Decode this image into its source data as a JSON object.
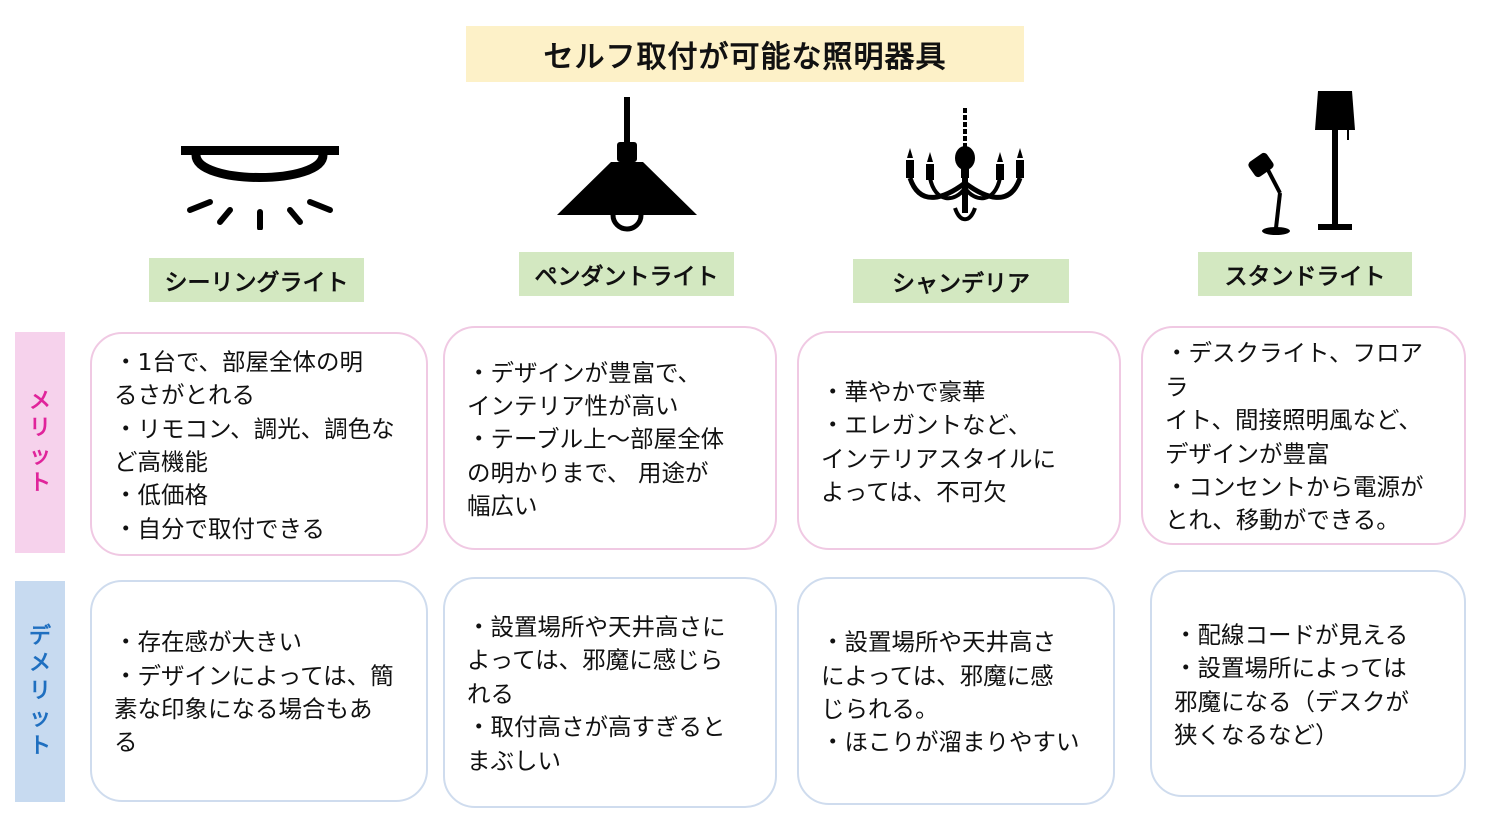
{
  "title": "セルフ取付が可能な照明器具",
  "side_labels": {
    "merit": [
      "メ",
      "リ",
      "ッ",
      "ト"
    ],
    "demerit": [
      "デ",
      "メ",
      "リ",
      "ッ",
      "ト"
    ]
  },
  "columns": [
    {
      "id": "ceiling",
      "name": "シーリングライト",
      "icon": "ceiling-light-icon",
      "merits": [
        "・1台で、部屋全体の明\nるさがとれる",
        "・リモコン、調光、調色な\nど高機能",
        "・低価格",
        "・自分で取付できる"
      ],
      "demerits": [
        "・存在感が大きい",
        "・デザインによっては、簡\n素な印象になる場合もあ\nる"
      ]
    },
    {
      "id": "pendant",
      "name": "ペンダントライト",
      "icon": "pendant-light-icon",
      "merits": [
        "・デザインが豊富で、\nインテリア性が高い",
        "・テーブル上～部屋全体\nの明かりまで、 用途が\n幅広い"
      ],
      "demerits": [
        "・設置場所や天井高さに\nよっては、邪魔に感じら\nれる",
        "・取付高さが高すぎると\nまぶしい"
      ]
    },
    {
      "id": "chandelier",
      "name": "シャンデリア",
      "icon": "chandelier-icon",
      "merits": [
        "・華やかで豪華",
        "・エレガントなど、\nインテリアスタイルに\nよっては、不可欠"
      ],
      "demerits": [
        "・設置場所や天井高さ\nによっては、邪魔に感\nじられる。",
        "・ほこりが溜まりやすい"
      ]
    },
    {
      "id": "stand",
      "name": "スタンドライト",
      "icon": "stand-light-icon",
      "merits": [
        "・デスクライト、フロアラ\nイト、間接照明風など、\nデザインが豊富",
        "・コンセントから電源が\nとれ、移動ができる。"
      ],
      "demerits": [
        "・配線コードが見える",
        "・設置場所によっては\n邪魔になる（デスクが\n狭くなるなど）"
      ]
    }
  ],
  "colors": {
    "title_bg": "#fdf1c8",
    "label_bg": "#d3e8c1",
    "merit_accent": "#e0249b",
    "merit_bg": "#f6d2ec",
    "demerit_accent": "#1f6fc0",
    "demerit_bg": "#c7daf0"
  }
}
